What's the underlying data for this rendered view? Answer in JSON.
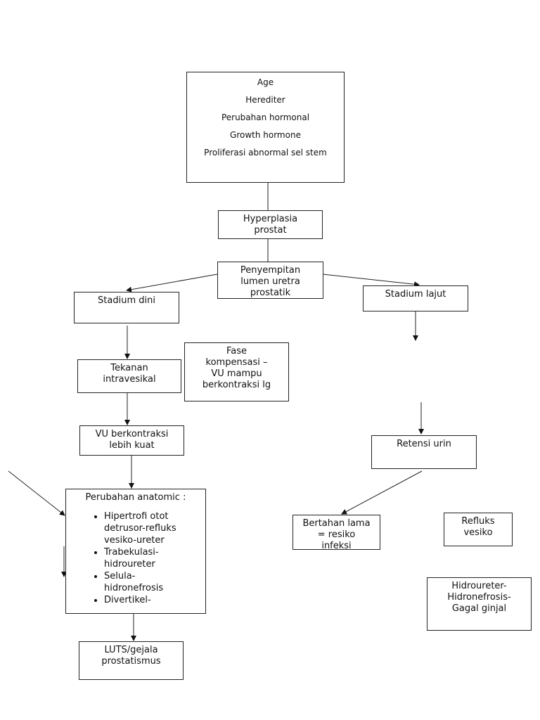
{
  "factors": [
    "Age",
    "Herediter",
    "Perubahan hormonal",
    "Growth hormone",
    "Proliferasi abnormal sel stem"
  ],
  "hyperplasia": [
    "Hyperplasia",
    "prostat"
  ],
  "penyempitan": [
    "Penyempitan",
    "lumen uretra",
    "prostatik"
  ],
  "stadium_dini": "Stadium dini",
  "stadium_lajut": "Stadium lajut",
  "fase": [
    "Fase",
    "kompensasi –",
    "VU mampu",
    "berkontraksi lg"
  ],
  "tekanan": [
    "Tekanan",
    "intravesikal"
  ],
  "vu": [
    "VU berkontraksi",
    "lebih kuat"
  ],
  "perubahan": {
    "title": "Perubahan anatomic :",
    "items": [
      "Hipertrofi otot detrusor-refluks vesiko-ureter",
      "Trabekulasi-hidroureter",
      "Selula-hidronefrosis",
      "Divertikel-"
    ]
  },
  "luts": [
    "LUTS/gejala",
    "prostatismus"
  ],
  "retensi": "Retensi urin",
  "bertahan": [
    "Bertahan lama",
    "= resiko",
    "infeksi"
  ],
  "refluks": [
    "Refluks",
    "vesiko"
  ],
  "hidroureter": [
    "Hidroureter-",
    "Hidronefrosis-",
    "Gagal ginjal"
  ]
}
